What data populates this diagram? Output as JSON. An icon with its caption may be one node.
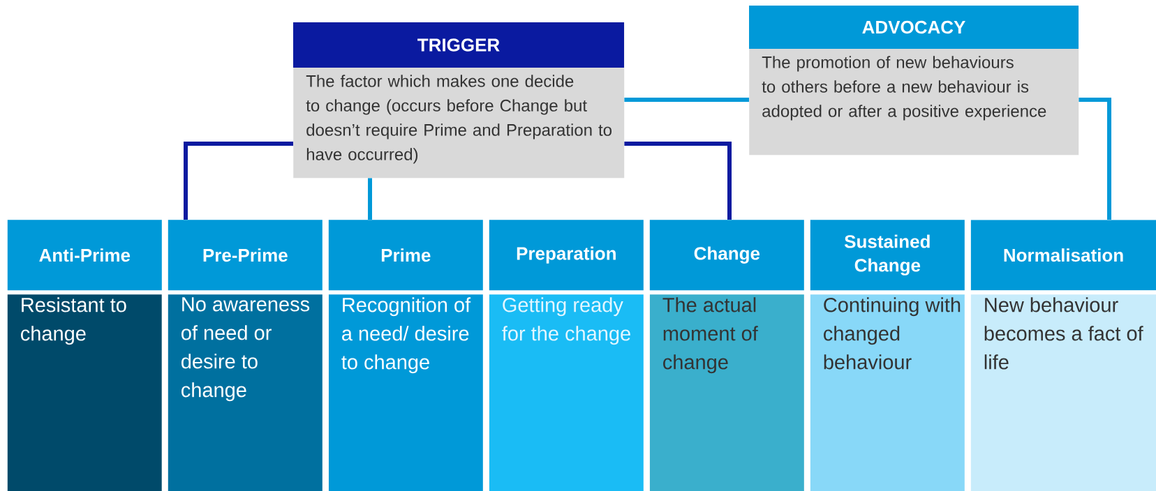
{
  "diagram": {
    "nodes": [
      {
        "text": [
          "ADVOCACY",
          "The promotion of new behaviours to others before a new behaviour is adopted or after a positive experience"
        ]
      },
      {
        "text": [
          "TRIGGER",
          "The factor which makes one decide to change (occurs before Change but doesn’t require Prime and Preparation to have occurred)"
        ]
      },
      {
        "text": [
          "Anti-Prime"
        ]
      },
      {
        "text": [
          "Pre-Prime"
        ]
      },
      {
        "text": [
          "Prime"
        ]
      },
      {
        "text": [
          "Preparation"
        ]
      },
      {
        "text": [
          "Change"
        ]
      },
      {
        "text": [
          "Sustained Change"
        ]
      },
      {
        "text": [
          "Normalisation"
        ]
      },
      {
        "text": [
          "Resistant to change"
        ]
      },
      {
        "text": [
          "No awareness of need or desire to change"
        ]
      },
      {
        "text": [
          "Recognition of a need/ desire to change"
        ]
      },
      {
        "text": [
          "Getting ready for the change"
        ]
      },
      {
        "text": [
          "The actual moment of change"
        ]
      },
      {
        "text": [
          "Continuing with changed behaviour"
        ]
      },
      {
        "text": [
          "New behaviour becomes a fact of life"
        ]
      }
    ],
    "edges": [
      {
        "from": 1,
        "to": 3,
        "arrow": "none",
        "color": "#0a1aa0"
      },
      {
        "from": 1,
        "to": 6,
        "arrow": "none",
        "color": "#0a1aa0"
      },
      {
        "from": 1,
        "to": 4,
        "arrow": "none"
      },
      {
        "from": 1,
        "to": 0,
        "arrow": "none"
      },
      {
        "from": 0,
        "to": 8,
        "arrow": "none"
      }
    ]
  }
}
